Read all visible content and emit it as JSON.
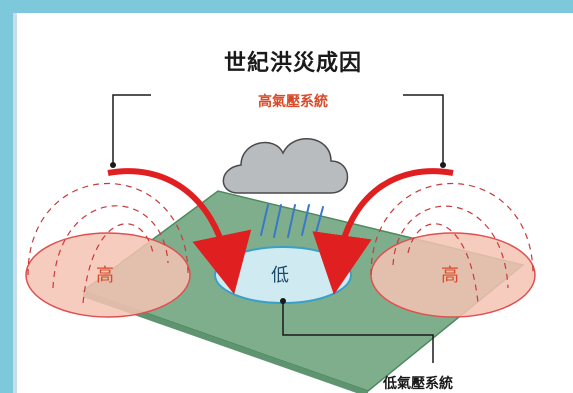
{
  "diagram": {
    "title": "世紀洪災成因",
    "high_pressure_system_label": "高氣壓系統",
    "low_pressure_system_label": "低氣壓系統",
    "left_zone_label": "高",
    "center_zone_label": "低",
    "right_zone_label": "高"
  },
  "colors": {
    "frame_background": "#7ec8dc",
    "ground": "#7fae8c",
    "high_zone_fill": "#f4c3b3",
    "high_zone_stroke": "#e05050",
    "low_zone_fill": "#cfeaf0",
    "low_zone_stroke": "#3aa0c8",
    "arrow": "#e02020",
    "cloud": "#b9bcbf",
    "rain": "#3a78c8",
    "high_label_text": "#d94a2a"
  }
}
